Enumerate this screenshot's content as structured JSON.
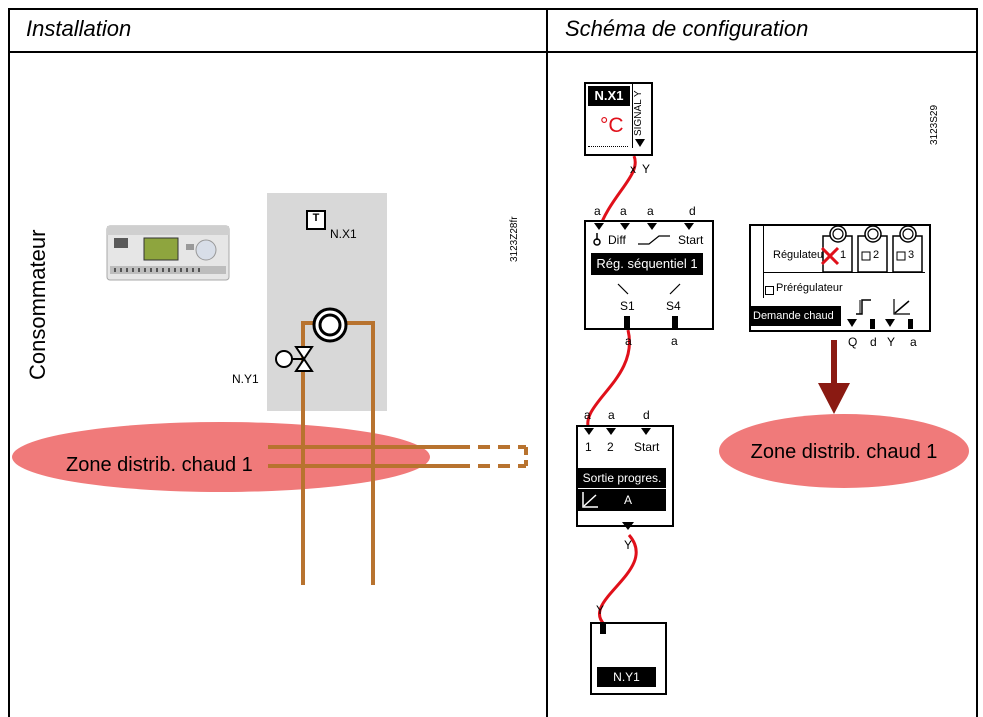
{
  "headers": {
    "left": "Installation",
    "right": "Schéma de configuration"
  },
  "installation": {
    "side_label": "Consommateur",
    "sensor_symbol": "T",
    "sensor_label": "N.X1",
    "valve_label": "N.Y1",
    "zone_label": "Zone distrib. chaud 1",
    "figure_code": "3123Z28fr"
  },
  "config": {
    "figure_code": "3123S29",
    "nx1": {
      "title": "N.X1",
      "unit": "°C",
      "signal": "SIGNAL Y",
      "terminal_x": "x",
      "terminal_y": "Y"
    },
    "seq": {
      "inputs": [
        "a",
        "a",
        "a",
        "d"
      ],
      "diff": "Diff",
      "start": "Start",
      "title": "Rég. séquentiel 1",
      "s1": "S1",
      "s4": "S4",
      "out_left": "a",
      "out_right": "a"
    },
    "prog": {
      "inputs": [
        "a",
        "a",
        "d"
      ],
      "in1": "1",
      "in2": "2",
      "start": "Start",
      "title": "Sortie progres.",
      "mode": "A",
      "out": "Y"
    },
    "ny1": {
      "in": "Y",
      "title": "N.Y1"
    },
    "demand": {
      "regulateur": "Régulateur",
      "box1": "1",
      "box2": "2",
      "box3": "3",
      "preregulateur": "Prérégulateur",
      "title": "Demande chaud",
      "outputs": [
        "Q",
        "d",
        "Y",
        "a"
      ]
    },
    "zone_label": "Zone distrib. chaud 1"
  },
  "colors": {
    "wire": "#e0101a",
    "pipe": "#b8732f",
    "zone": "#f07a7a",
    "arrow": "#8a1a12",
    "panel": "#d8d8d8"
  }
}
